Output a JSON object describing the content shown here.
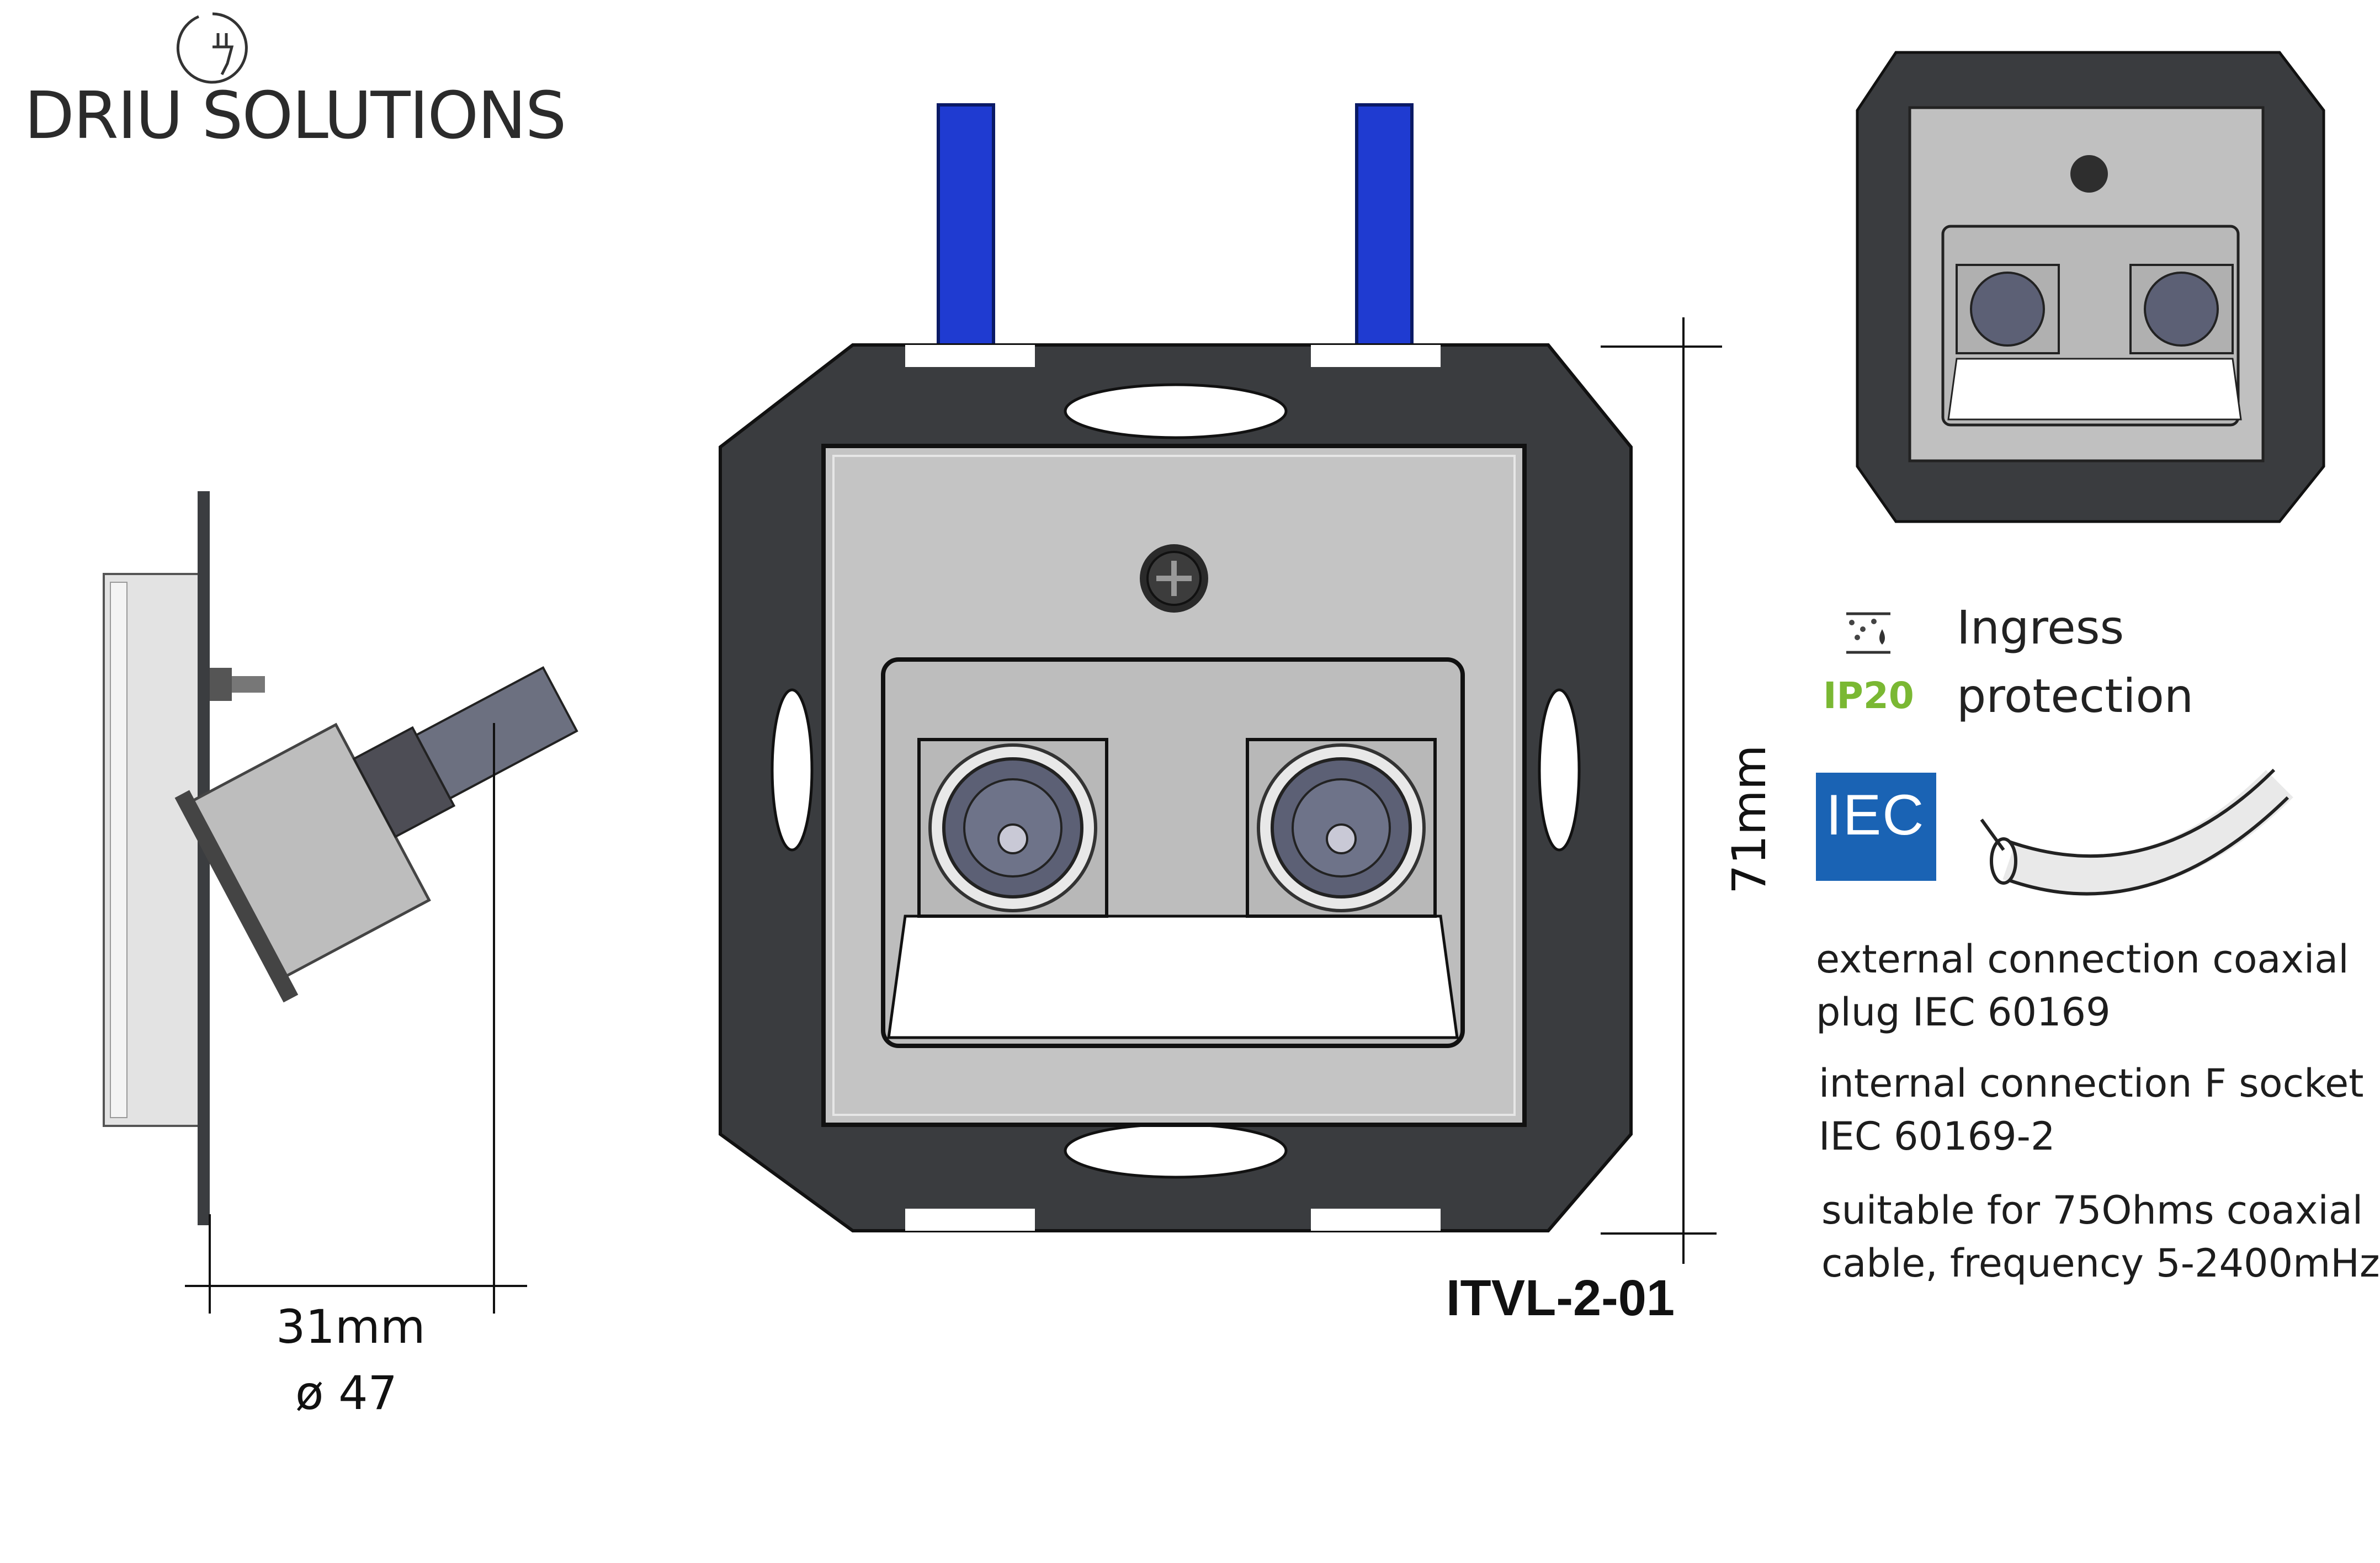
{
  "brand": {
    "name": "DRIU SOLUTIONS",
    "logo_icon": "plug-bulb-logo-icon"
  },
  "dimensions": {
    "depth": "31mm",
    "diameter": "ø 47",
    "height": "71mm"
  },
  "model": "ITVL-2-01",
  "ingress": {
    "icon": "water-dust-drops-icon",
    "code": "IP20",
    "title_line1": "Ingress",
    "title_line2": "protection"
  },
  "standard": {
    "logo_text": "IEC",
    "cable_icon": "coaxial-cable-icon"
  },
  "specs": [
    {
      "line1": "external connection coaxial",
      "line2": "plug IEC 60169"
    },
    {
      "line1": "internal connection F socket",
      "line2": "IEC 60169-2"
    },
    {
      "line1": "suitable for 75Ohms coaxial",
      "line2": "cable, frequency 5-2400mHz"
    }
  ],
  "colors": {
    "frame": "#3a3c3f",
    "plate": "#c4c4c4",
    "cable": "#1f3bd1",
    "iec_blue": "#1a63b4",
    "ip_green": "#7ab833"
  }
}
